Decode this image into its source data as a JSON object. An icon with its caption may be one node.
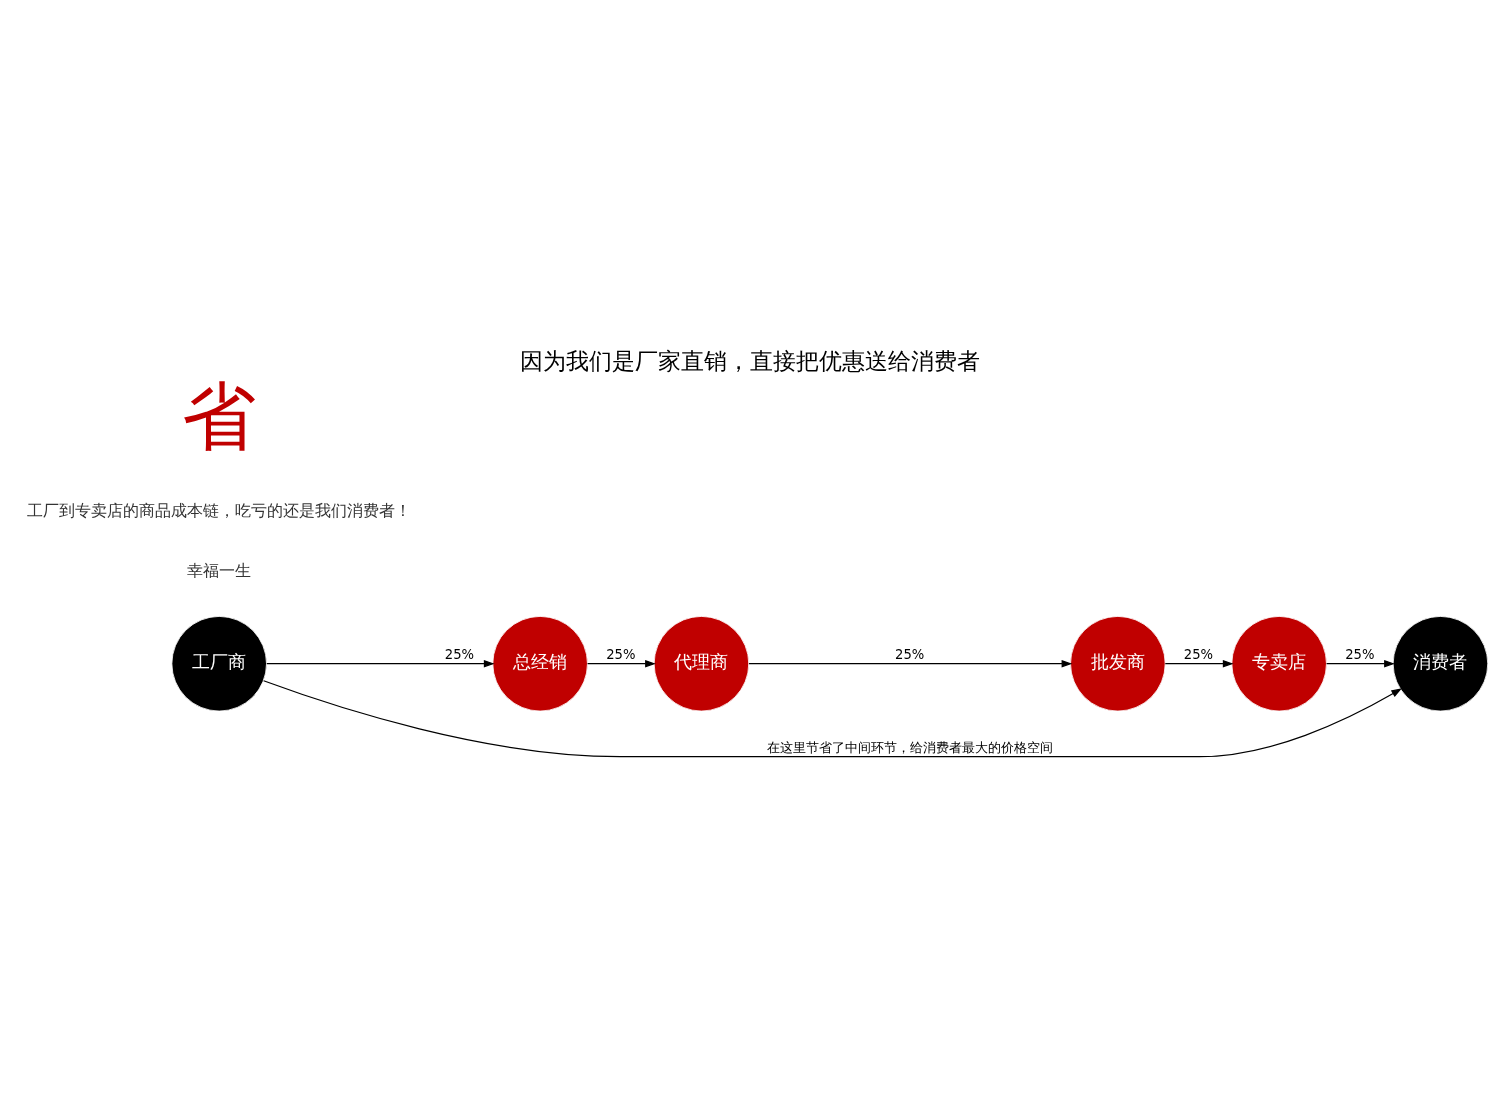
{
  "diagram": {
    "title": "因为我们是厂家直销，直接把优惠送给消费者",
    "nodes": [
      {
        "text": [
          "工厂商"
        ]
      },
      {
        "text": [
          "总经销"
        ]
      },
      {
        "text": [
          "代理商"
        ]
      },
      {
        "text": [
          "批发商"
        ]
      },
      {
        "text": [
          "专卖店"
        ]
      },
      {
        "text": [
          "消费者"
        ]
      }
    ],
    "edges": [
      {
        "from": 0,
        "to": 1,
        "arrow": "to",
        "label": "25%"
      },
      {
        "from": 1,
        "to": 2,
        "arrow": "to",
        "label": "25%"
      },
      {
        "from": 2,
        "to": 3,
        "arrow": "to",
        "label": "25%"
      },
      {
        "from": 3,
        "to": 4,
        "arrow": "to",
        "label": "25%"
      },
      {
        "from": 4,
        "to": 5,
        "arrow": "to",
        "label": "25%"
      },
      {
        "from": 0,
        "to": 5,
        "arrow": "to",
        "label": "在这里节省了中间环节，给消费者最大的价格空间"
      }
    ],
    "labels": [
      "幸福一生",
      "工厂到专卖店的商品成本链，吃亏的还是我们消费者！",
      "省"
    ]
  }
}
